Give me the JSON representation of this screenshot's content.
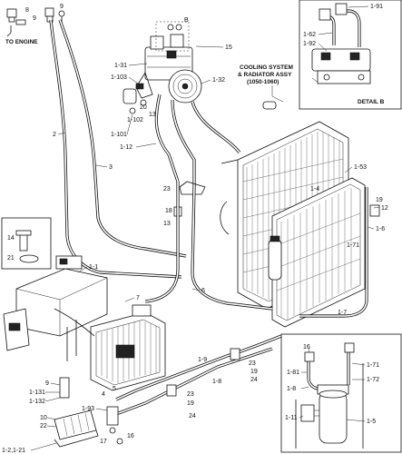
{
  "notes": {
    "to_engine": "TO ENGINE",
    "cooling_line1": "COOLING SYSTEM",
    "cooling_line2": "& RADIATOR ASSY",
    "cooling_line3": "(1050-1060)",
    "detail_b": "DETAIL B",
    "detail_marker": "B"
  },
  "labels": {
    "l8a": "8",
    "l9a": "9",
    "l9b": "9",
    "l15": "15",
    "l1_31": "1-31",
    "l1_103": "1-103",
    "l1_32": "1-32",
    "l20": "20",
    "l1_102": "1-102",
    "l13a": "13",
    "l1_101": "1-101",
    "l1_12": "1-12",
    "l2": "2",
    "l3": "3",
    "l1_91": "1-91",
    "l1_62": "1-62",
    "l1_92": "1-92",
    "l1_53": "1-53",
    "l1_4": "1-4",
    "l19a": "19",
    "l12": "12",
    "l1_6": "1-6",
    "l1_71a": "1-71",
    "l23a": "23",
    "l18": "18",
    "l13b": "13",
    "l14": "14",
    "l21": "21",
    "l1_1": "1-1",
    "l7": "7",
    "l6": "6",
    "l1_7": "1-7",
    "l1_9": "1-9",
    "l1_8a": "1-8",
    "l23b": "23",
    "l19b": "19",
    "l24a": "24",
    "l9c": "9",
    "l1_131": "1-131",
    "l1_132": "1-132",
    "l4": "4",
    "l5": "5",
    "l23c": "23",
    "l19c": "19",
    "l24b": "24",
    "l1_93": "1-93",
    "l10": "10",
    "l22": "22",
    "l16a": "16",
    "l17": "17",
    "l1_2_1_21": "1-2,1-21",
    "l16b": "16",
    "l1_81": "1-81",
    "l1_8b": "1-8",
    "l1_71b": "1-71",
    "l1_72": "1-72",
    "l1_11": "1-11",
    "l1_5": "1-5"
  }
}
